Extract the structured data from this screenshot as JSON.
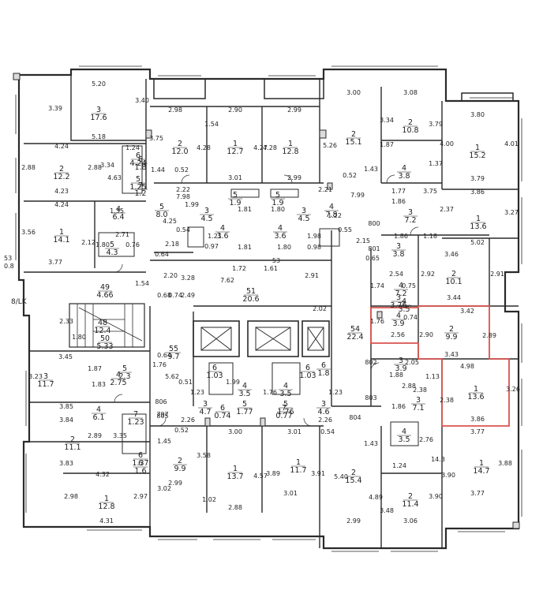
{
  "plan": {
    "axis_label": "8/LK",
    "left_margin_dims": [
      "53",
      "0.8"
    ],
    "highlight_color": "#d9534f",
    "wall_color": "#2a2a2a",
    "fill_color": "#dcdcdc",
    "highlighted_unit_area": "9.9",
    "areas": [
      {
        "n": "3",
        "a": "17.6"
      },
      {
        "n": "2",
        "a": "12.0"
      },
      {
        "n": "1",
        "a": "12.7"
      },
      {
        "n": "1",
        "a": "12.8"
      },
      {
        "n": "2",
        "a": "15.1"
      },
      {
        "n": "2",
        "a": "10.8"
      },
      {
        "n": "1",
        "a": "15.2"
      },
      {
        "n": "2",
        "a": "12.2"
      },
      {
        "n": "6",
        "a": "1.8"
      },
      {
        "n": "7",
        "a": "1.2"
      },
      {
        "n": "4",
        "a": "6.4"
      },
      {
        "n": "5",
        "a": "8.0"
      },
      {
        "n": "3",
        "a": "4.5"
      },
      {
        "n": "4",
        "a": "3.6"
      },
      {
        "n": "4",
        "a": "3.6"
      },
      {
        "n": "3",
        "a": "4.5"
      },
      {
        "n": "5",
        "a": "1.9"
      },
      {
        "n": "5",
        "a": "1.9"
      },
      {
        "n": "4",
        "a": "3.8"
      },
      {
        "n": "3",
        "a": "7.2"
      },
      {
        "n": "1",
        "a": "13.6"
      },
      {
        "n": "1",
        "a": "14.1"
      },
      {
        "n": "5",
        "a": "4.3"
      },
      {
        "n": "3",
        "a": "3.8"
      },
      {
        "n": "2",
        "a": "10.1"
      },
      {
        "n": "4",
        "a": "7.2"
      },
      {
        "n": "49",
        "a": "4.66"
      },
      {
        "n": "51",
        "a": "20.6"
      },
      {
        "n": "50",
        "a": "5.33"
      },
      {
        "n": "48",
        "a": "12.4"
      },
      {
        "n": "55",
        "a": "9.7"
      },
      {
        "n": "54",
        "a": "22.4"
      },
      {
        "n": "4",
        "a": "3.9"
      },
      {
        "n": "2",
        "a": "9.9"
      },
      {
        "n": "3",
        "a": "11.7"
      },
      {
        "n": "5",
        "a": "2.3"
      },
      {
        "n": "6",
        "a": "1.03"
      },
      {
        "n": "4",
        "a": "3.5"
      },
      {
        "n": "4",
        "a": "3.5"
      },
      {
        "n": "6",
        "a": "1.03"
      },
      {
        "n": "3",
        "a": "3.9"
      },
      {
        "n": "1",
        "a": "13.6"
      },
      {
        "n": "4",
        "a": "6.1"
      },
      {
        "n": "5",
        "a": "1.77"
      },
      {
        "n": "5",
        "a": "1.76"
      },
      {
        "n": "3",
        "a": "4.7"
      },
      {
        "n": "3",
        "a": "4.6"
      },
      {
        "n": "3",
        "a": "7.1"
      },
      {
        "n": "7",
        "a": "1.23"
      },
      {
        "n": "6",
        "a": "0.74"
      },
      {
        "n": "7",
        "a": "0.77"
      },
      {
        "n": "2",
        "a": "11.1"
      },
      {
        "n": "2",
        "a": "9.9"
      },
      {
        "n": "1",
        "a": "13.7"
      },
      {
        "n": "1",
        "a": "11.7"
      },
      {
        "n": "2",
        "a": "15.4"
      },
      {
        "n": "1",
        "a": "14.7"
      },
      {
        "n": "4",
        "a": "3.5"
      },
      {
        "n": "1",
        "a": "12.8"
      },
      {
        "n": "2",
        "a": "11.4"
      },
      {
        "n": "6",
        "a": "4.24"
      },
      {
        "n": "5",
        "a": "1.25"
      },
      {
        "n": "6",
        "a": "1.6"
      },
      {
        "n": "4",
        "a": "7.8"
      },
      {
        "n": "4",
        "a": "3.5"
      },
      {
        "n": "3",
        "a": "3.76"
      },
      {
        "n": "6",
        "a": "1.37"
      },
      {
        "n": "4",
        "a": "2.75"
      },
      {
        "n": "6",
        "a": "1.8"
      }
    ],
    "dims": [
      "5.20",
      "3.39",
      "3.40",
      "5.18",
      "2.98",
      "2.90",
      "2.99",
      "3.00",
      "3.08",
      "3.75",
      "1.54",
      "4.28",
      "4.27",
      "4.28",
      "5.26",
      "3.34",
      "3.79",
      "3.80",
      "4.00",
      "4.01",
      "4.24",
      "1.24",
      "1.87",
      "1.37",
      "2.88",
      "2.88",
      "4.23",
      "3.34",
      "4.63",
      "1.44",
      "0.52",
      "2.22",
      "3.01",
      "2.99",
      "2.21",
      "0.52",
      "1.43",
      "1.77",
      "3.79",
      "3.86",
      "7.98",
      "1.99",
      "1.81",
      "1.80",
      "1.22",
      "7.99",
      "1.86",
      "3.75",
      "2.37",
      "3.27",
      "3.56",
      "4.24",
      "1.35",
      "2.71",
      "4.25",
      "0.54",
      "1.21",
      "1.98",
      "0.55",
      "800",
      "1.86",
      "1.18",
      "2.12",
      "1.80",
      "0.76",
      "2.18",
      "0.97",
      "1.81",
      "1.80",
      "0.98",
      "2.15",
      "801",
      "0.65",
      "3.46",
      "5.02",
      "3.77",
      "0.64",
      "53",
      "1.72",
      "1.61",
      "2.91",
      "2.54",
      "2.92",
      "2.91",
      "1.54",
      "2.20",
      "3.28",
      "7.62",
      "1.74",
      "0.75",
      "3.44",
      "3.42",
      "0.68",
      "0.74",
      "2.49",
      "2.02",
      "1.76",
      "0.74",
      "2.90",
      "2.89",
      "2.33",
      "1.80",
      "2.56",
      "3.43",
      "4.98",
      "0.64",
      "1.76",
      "802",
      "2.05",
      "1.13",
      "3.26",
      "3.23",
      "3.45",
      "5.62",
      "1.83",
      "1.88",
      "2.88",
      "1.87",
      "2.38",
      "0.51",
      "1.23",
      "1.99",
      "1.76",
      "1.23",
      "803",
      "1.86",
      "2.38",
      "806",
      "797",
      "805",
      "2.26",
      "3.00",
      "3.01",
      "2.26",
      "804",
      "3.86",
      "3.85",
      "3.84",
      "2.89",
      "3.35",
      "0.52",
      "1.45",
      "3.58",
      "0.54",
      "1.43",
      "2.76",
      "3.77",
      "14.3",
      "4.57",
      "3.89",
      "3.91",
      "5.40",
      "1.24",
      "3.90",
      "3.88",
      "3.83",
      "4.32",
      "3.02",
      "2.99",
      "4.89",
      "2.98",
      "2.97",
      "1.02",
      "3.01",
      "3.48",
      "3.90",
      "3.77",
      "4.31",
      "2.88",
      "2.99",
      "3.06"
    ]
  }
}
